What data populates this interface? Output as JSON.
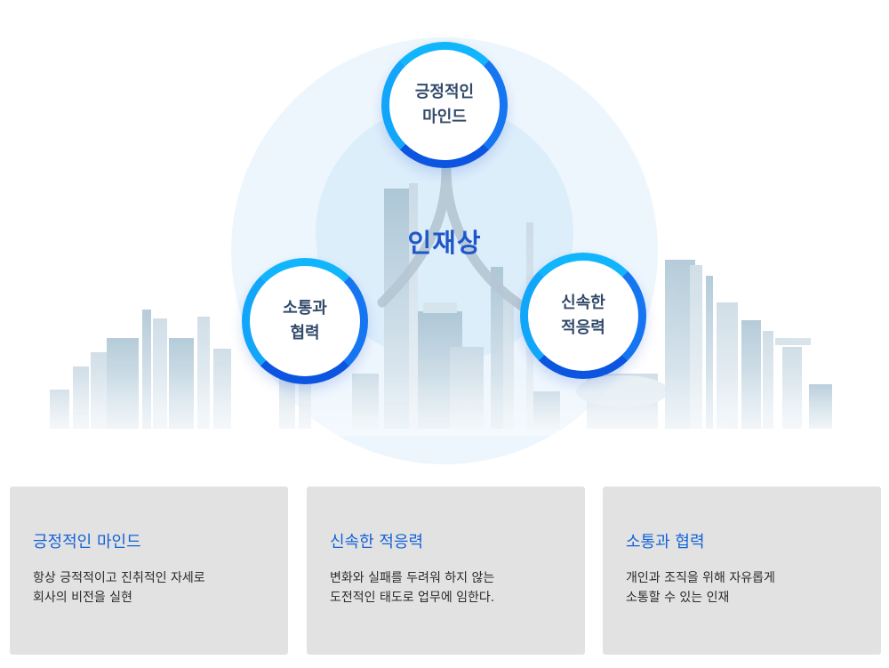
{
  "diagram": {
    "center_title": "인재상",
    "circles": [
      {
        "label": "긍정적인\n마인드"
      },
      {
        "label": "소통과\n협력"
      },
      {
        "label": "신속한\n적응력"
      }
    ]
  },
  "cards": [
    {
      "title": "긍정적인 마인드",
      "lines": [
        "항상 긍적적이고 진취적인 자세로",
        "회사의 비전을 실현"
      ]
    },
    {
      "title": "신속한 적응력",
      "lines": [
        "변화와 실패를 두려워 하지 않는",
        "도전적인 태도로 업무에 임한다."
      ]
    },
    {
      "title": "소통과 협력",
      "lines": [
        "개인과 조직을 위해 자유롭게",
        "소통할 수 있는 인재"
      ]
    }
  ],
  "colors": {
    "accent": "#1462d8",
    "ring_light": "#10b5fb",
    "ring_dark": "#0b55e0",
    "card_bg": "#e2e2e2"
  }
}
